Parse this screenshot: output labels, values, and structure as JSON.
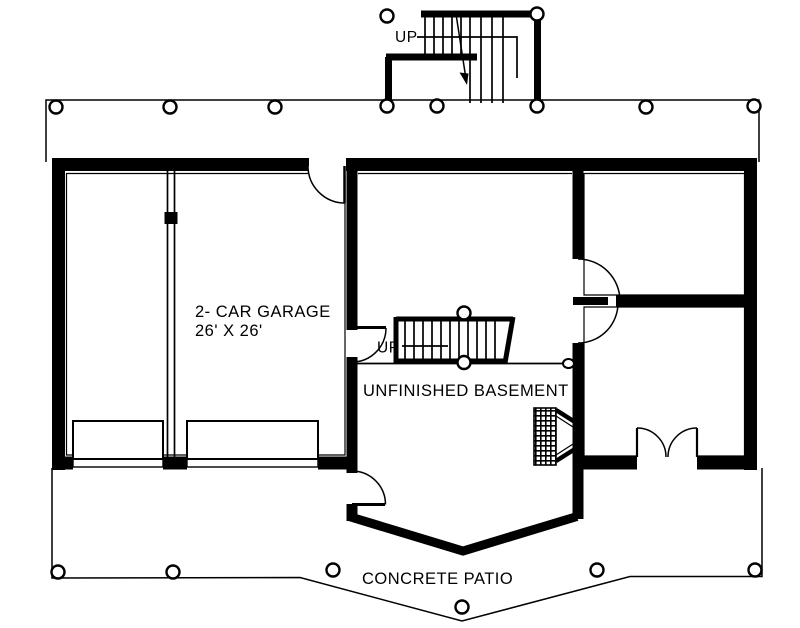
{
  "plan": {
    "ink_color": "#000000",
    "paper_color": "#ffffff"
  },
  "labels": {
    "garage_name": "2- CAR GARAGE",
    "garage_size": "26' X 26'",
    "basement": "UNFINISHED BASEMENT",
    "patio": "CONCRETE PATIO",
    "up_exterior_stair": "UP",
    "up_interior_stair": "UP"
  }
}
